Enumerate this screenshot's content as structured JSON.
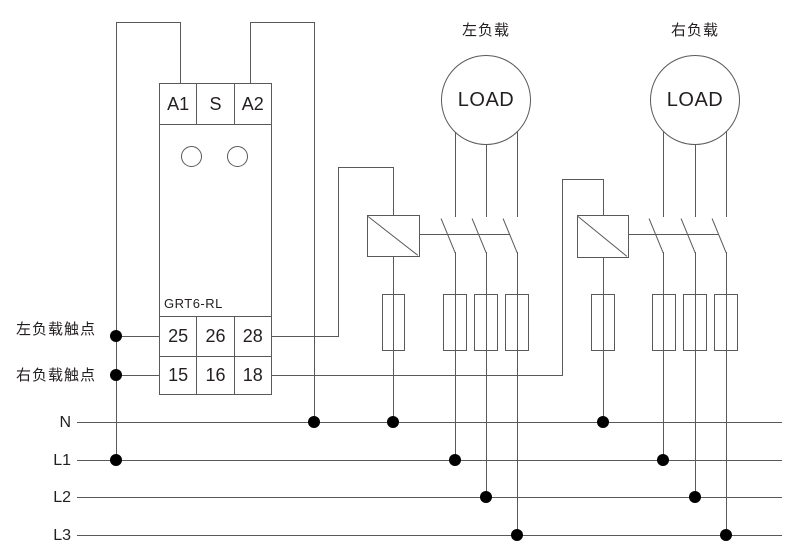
{
  "colors": {
    "line": "#58595b",
    "text": "#231f20",
    "dot": "#000000",
    "background": "#ffffff"
  },
  "relay": {
    "model": "GRT6-RL",
    "top_terminals": [
      "A1",
      "S",
      "A2"
    ],
    "output_rows": [
      {
        "label": "左负载触点",
        "terminals": [
          "25",
          "26",
          "28"
        ]
      },
      {
        "label": "右负载触点",
        "terminals": [
          "15",
          "16",
          "18"
        ]
      }
    ]
  },
  "loads": [
    {
      "title": "左负载",
      "label": "LOAD"
    },
    {
      "title": "右负载",
      "label": "LOAD"
    }
  ],
  "power_lines": [
    "N",
    "L1",
    "L2",
    "L3"
  ]
}
